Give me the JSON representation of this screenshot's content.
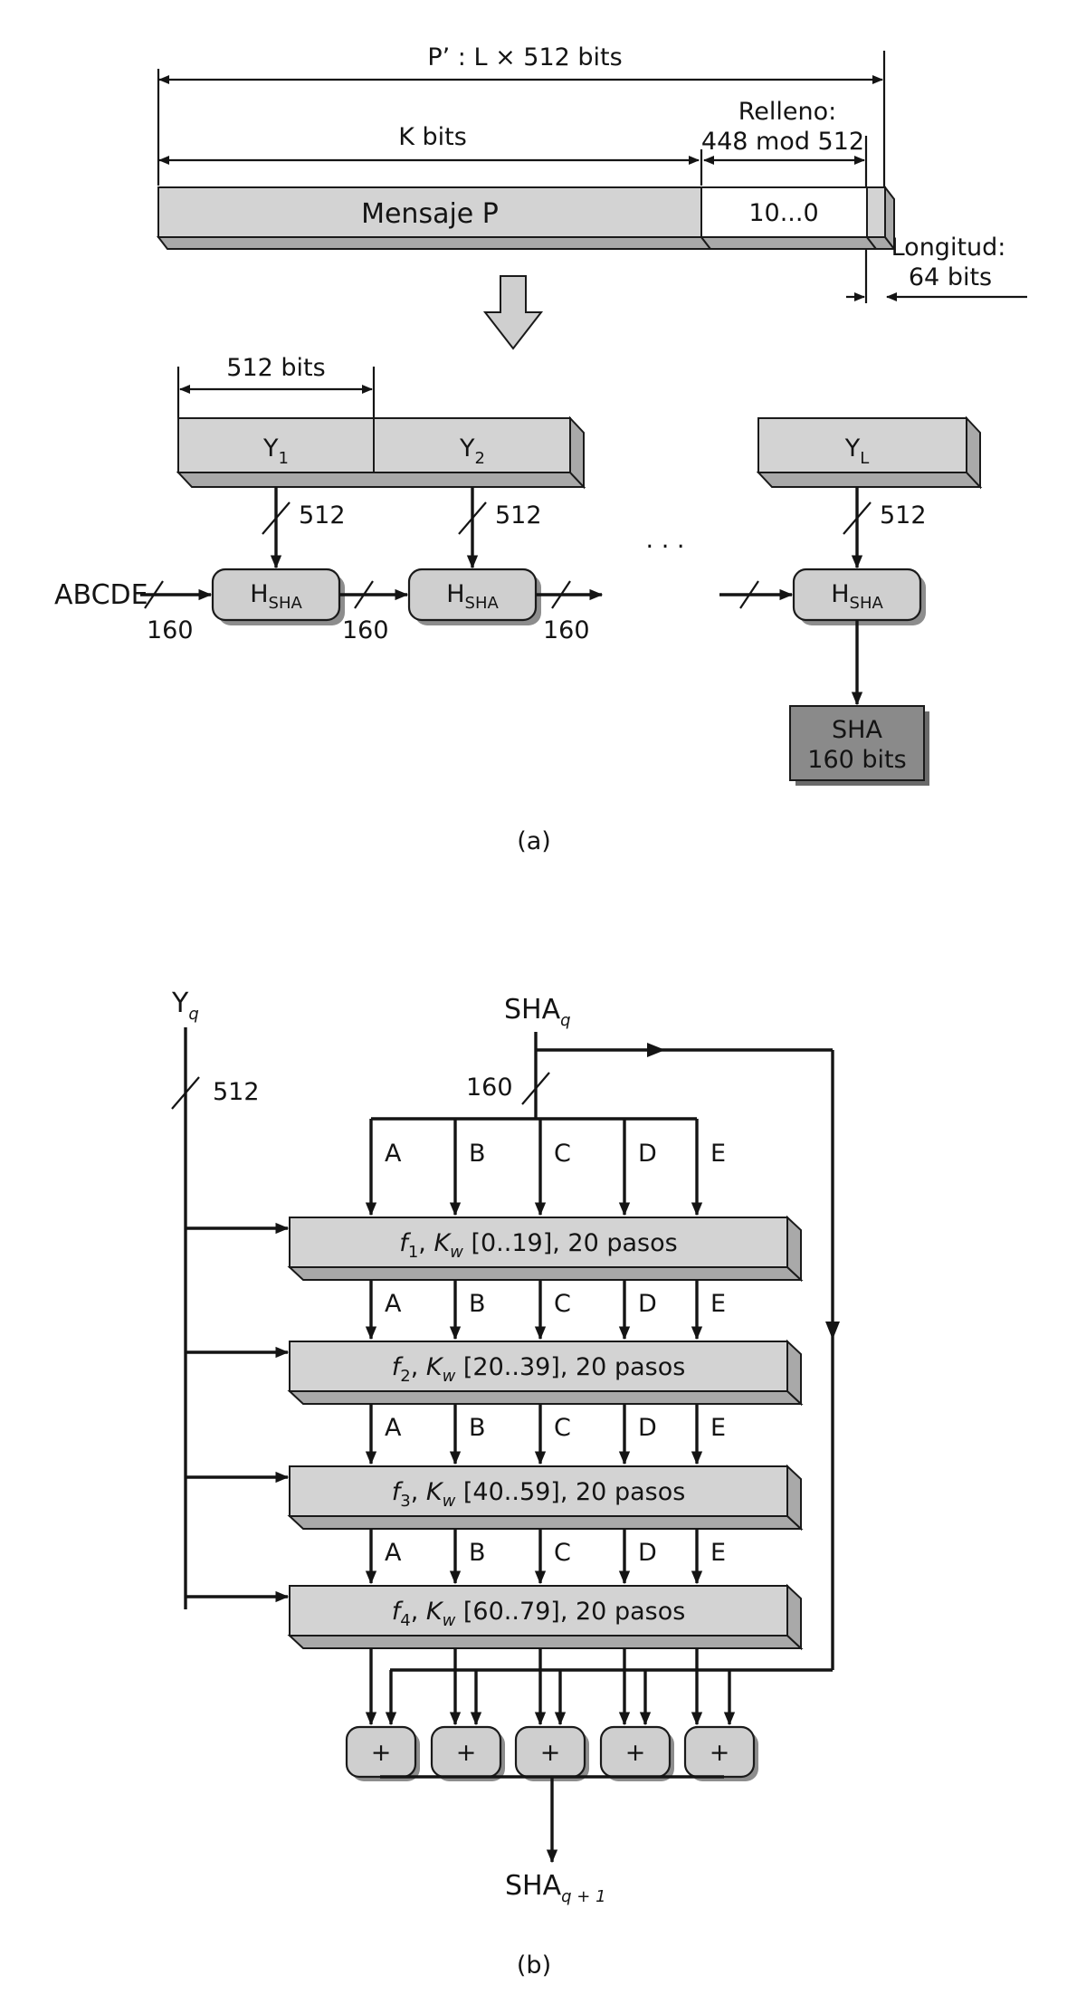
{
  "part_a": {
    "p_prime_label": "P’ : L × 512 bits",
    "k_bits_label": "K bits",
    "relleno_label": "Relleno:",
    "relleno_mod_label": "448 mod 512",
    "mensaje_label": "Mensaje P",
    "padding_value": "10...0",
    "longitud_label": "Longitud:",
    "longitud_bits_label": "64 bits",
    "block_width_label": "512 bits",
    "block_y": "Y",
    "block_sub_1": "1",
    "block_sub_2": "2",
    "block_sub_L": "L",
    "bus_512": "512",
    "ellipsis": ". . .",
    "input_label": "ABCDE",
    "bus_160": "160",
    "h_main": "H",
    "h_sub": "SHA",
    "output_line1": "SHA",
    "output_line2": "160 bits",
    "caption": "(a)"
  },
  "part_b": {
    "y_q_main": "Y",
    "y_q_sub": "q",
    "sha_q_main": "SHA",
    "sha_q_sub": "q",
    "bus_512": "512",
    "bus_160": "160",
    "registers": [
      "A",
      "B",
      "C",
      "D",
      "E"
    ],
    "stages": [
      {
        "f": "f",
        "f_sub": "1",
        "k": "K",
        "k_sub": "w",
        "range": "[0..19], 20 pasos"
      },
      {
        "f": "f",
        "f_sub": "2",
        "k": "K",
        "k_sub": "w",
        "range": "[20..39], 20 pasos"
      },
      {
        "f": "f",
        "f_sub": "3",
        "k": "K",
        "k_sub": "w",
        "range": "[40..59], 20 pasos"
      },
      {
        "f": "f",
        "f_sub": "4",
        "k": "K",
        "k_sub": "w",
        "range": "[60..79], 20 pasos"
      }
    ],
    "adder_symbol": "+",
    "output_main": "SHA",
    "output_sub": "q + 1",
    "caption": "(b)"
  }
}
